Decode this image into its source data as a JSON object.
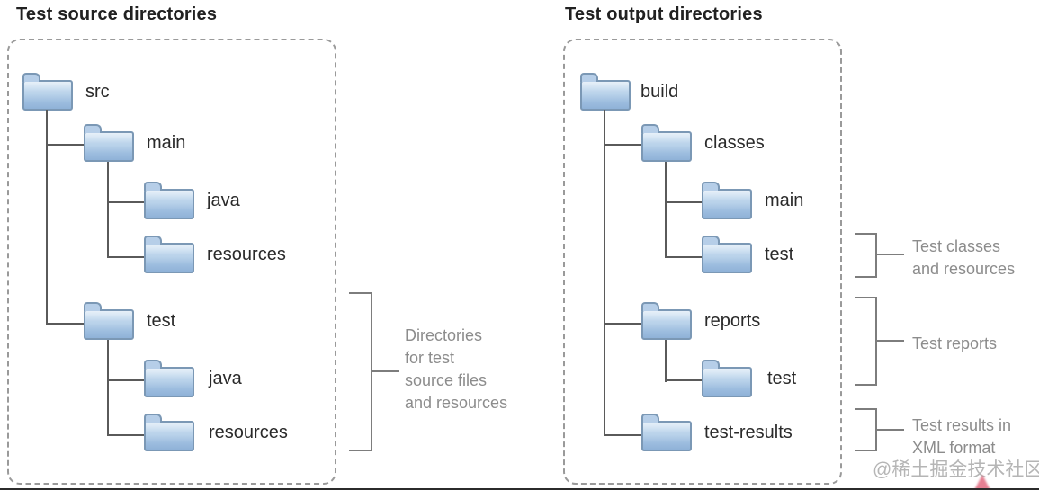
{
  "left_panel": {
    "title": "Test source directories",
    "tree": {
      "root": "src",
      "children": [
        {
          "name": "main",
          "children": [
            "java",
            "resources"
          ]
        },
        {
          "name": "test",
          "children": [
            "java",
            "resources"
          ]
        }
      ]
    },
    "annotation": {
      "text": "Directories\nfor test\nsource files\nand resources"
    }
  },
  "right_panel": {
    "title": "Test output directories",
    "tree": {
      "root": "build",
      "children": [
        {
          "name": "classes",
          "children": [
            "main",
            "test"
          ]
        },
        {
          "name": "reports",
          "children": [
            "test"
          ]
        },
        {
          "name": "test-results",
          "children": []
        }
      ]
    },
    "annotations": [
      {
        "text": "Test classes\nand resources"
      },
      {
        "text": "Test reports"
      },
      {
        "text": "Test results in\nXML format"
      }
    ]
  },
  "watermark": "@稀土掘金技术社区",
  "colors": {
    "folder_top": "#cfe2f3",
    "folder_bottom": "#8fb2d8",
    "folder_border": "#7b98b5",
    "tree_line": "#5a5a5a",
    "bracket_line": "#7d7d7d",
    "annotation_text": "#8c8c8c",
    "label_text": "#2a2a2a",
    "watermark_text": "#b5b5b5",
    "marker_red": "#df6077"
  }
}
